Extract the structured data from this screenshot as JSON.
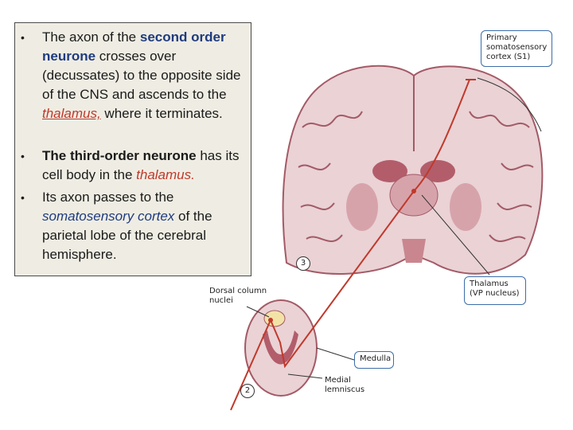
{
  "bullets": [
    {
      "p1": "The axon  of the ",
      "p2": "second order neurone",
      "p3": " crosses over (decussates) to the opposite side of the CNS and ascends to the ",
      "p4": "thalamus,",
      "p5": " where it terminates."
    },
    {
      "p1": "The third-order neurone",
      "p2": " has its cell body in the ",
      "p3": "thalamus."
    },
    {
      "p1": "Its axon passes to the ",
      "p2": "somatosensory cortex",
      "p3": " of the parietal lobe of the cerebral hemisphere."
    }
  ],
  "labels": {
    "cortex_line1": "Primary",
    "cortex_line2": "somatosensory",
    "cortex_line3": "cortex (S1)",
    "thalamus_line1": "Thalamus",
    "thalamus_line2": "(VP nucleus)",
    "medulla": "Medulla",
    "dorsal_line1": "Dorsal column",
    "dorsal_line2": "nuclei",
    "medial_line1": "Medial",
    "medial_line2": "lemniscus",
    "num3": "3",
    "num2": "2"
  },
  "colors": {
    "pathway": "#c0392b",
    "label_border": "#3c6da8",
    "tissue": "#c9868f",
    "box_bg": "#efede3"
  }
}
